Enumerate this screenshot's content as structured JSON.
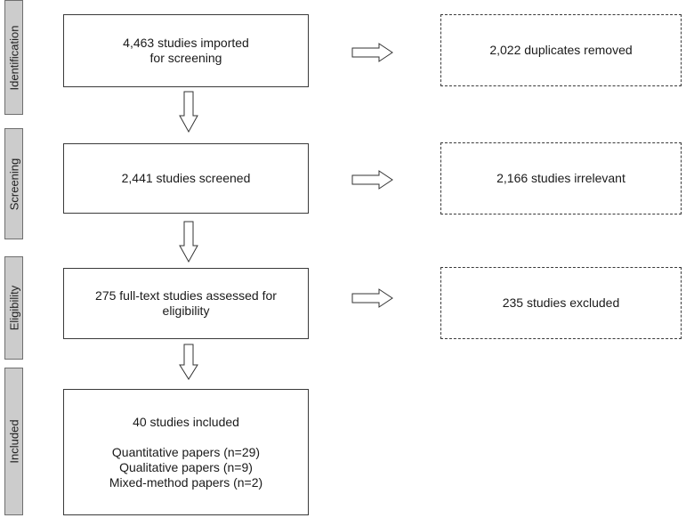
{
  "stages": [
    {
      "label": "Identification"
    },
    {
      "label": "Screening"
    },
    {
      "label": "Eligibility"
    },
    {
      "label": "Included"
    }
  ],
  "main_boxes": [
    {
      "lines": [
        "4,463 studies imported",
        "for screening"
      ]
    },
    {
      "lines": [
        "2,441 studies screened"
      ]
    },
    {
      "lines": [
        "275 full-text studies assessed for",
        "eligibility"
      ]
    },
    {
      "lines": [
        "40 studies included",
        "",
        "Quantitative papers (n=29)",
        "Qualitative papers (n=9)",
        "Mixed-method papers (n=2)"
      ]
    }
  ],
  "side_boxes": [
    {
      "text": "2,022 duplicates removed"
    },
    {
      "text": "2,166 studies irrelevant"
    },
    {
      "text": "235 studies excluded"
    }
  ]
}
